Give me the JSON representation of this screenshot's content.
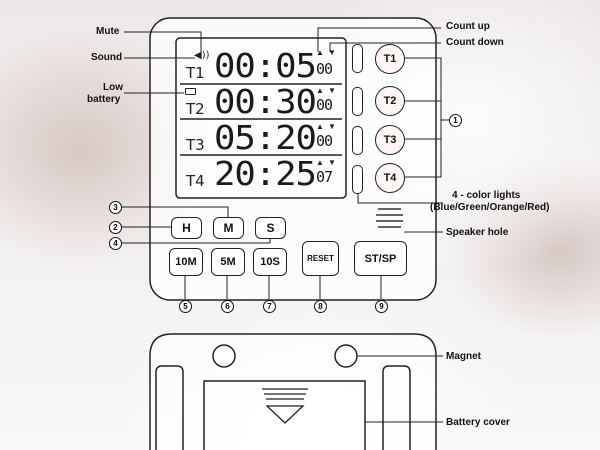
{
  "labels": {
    "mute": "Mute",
    "sound": "Sound",
    "low_battery_1": "Low",
    "low_battery_2": "battery",
    "count_up": "Count up",
    "count_down": "Count down",
    "color_lights_1": "4 - color lights",
    "color_lights_2": "(Blue/Green/Orange/Red)",
    "speaker_hole": "Speaker hole",
    "magnet": "Magnet",
    "battery_cover": "Battery cover"
  },
  "display": {
    "rows": [
      {
        "timer": "T1",
        "time": "00:05",
        "sub": "00"
      },
      {
        "timer": "T2",
        "time": "00:30",
        "sub": "00"
      },
      {
        "timer": "T3",
        "time": "05:20",
        "sub": "00"
      },
      {
        "timer": "T4",
        "time": "20:25",
        "sub": "07"
      }
    ],
    "sound_icon": "◀))"
  },
  "timer_buttons": [
    "T1",
    "T2",
    "T3",
    "T4"
  ],
  "time_buttons": {
    "h": "H",
    "m": "M",
    "s": "S"
  },
  "bottom_buttons": {
    "b10m": "10M",
    "b5m": "5M",
    "b10s": "10S",
    "reset": "RESET",
    "stsp": "ST/SP"
  },
  "callouts": {
    "c1": "1",
    "c2": "2",
    "c3": "3",
    "c4": "4",
    "c5": "5",
    "c6": "6",
    "c7": "7",
    "c8": "8",
    "c9": "9"
  },
  "colors": {
    "line": "#222222",
    "accent_bg": "#fff6f6"
  }
}
